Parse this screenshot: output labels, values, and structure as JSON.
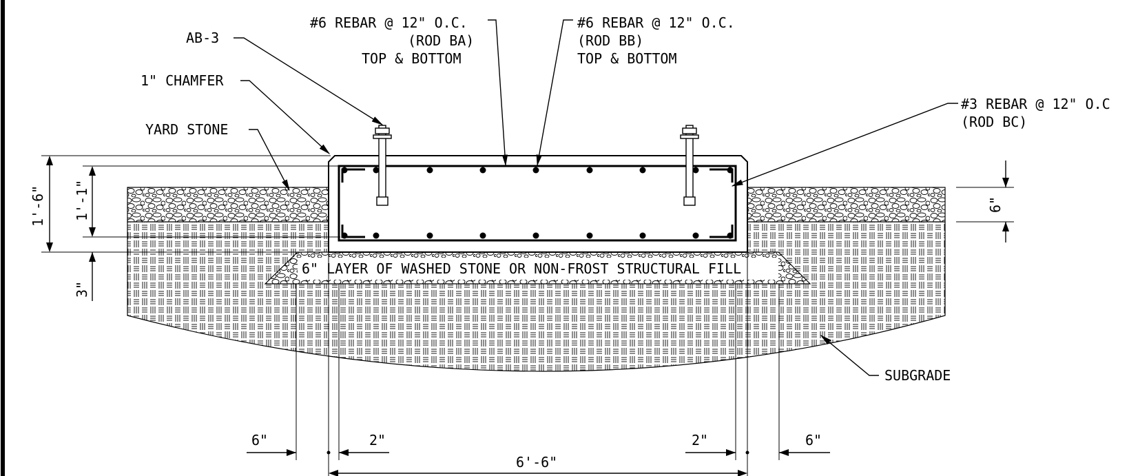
{
  "labels": {
    "ab3": "AB-3",
    "chamfer": "1\" CHAMFER",
    "yard_stone": "YARD STONE",
    "rebar_ba_line1": "#6 REBAR @ 12\" O.C.",
    "rebar_ba_line2": "(ROD BA)",
    "rebar_ba_line3": "TOP & BOTTOM",
    "rebar_bb_line1": "#6 REBAR @ 12\" O.C.",
    "rebar_bb_line2": "(ROD BB)",
    "rebar_bb_line3": "TOP & BOTTOM",
    "rebar_bc_line1": "#3 REBAR @ 12\" O.C",
    "rebar_bc_line2": "(ROD BC)",
    "washed_stone": "6\" LAYER OF WASHED STONE OR NON-FROST STRUCTURAL FILL",
    "subgrade": "SUBGRADE"
  },
  "dimensions": {
    "overall_height": "1'-6\"",
    "inner_height": "1'-1\"",
    "bottom_offset": "3\"",
    "stone_depth": "6\"",
    "left_outer": "6\"",
    "left_inner": "2\"",
    "right_inner": "2\"",
    "right_outer": "6\"",
    "overall_width": "6'-6\""
  }
}
